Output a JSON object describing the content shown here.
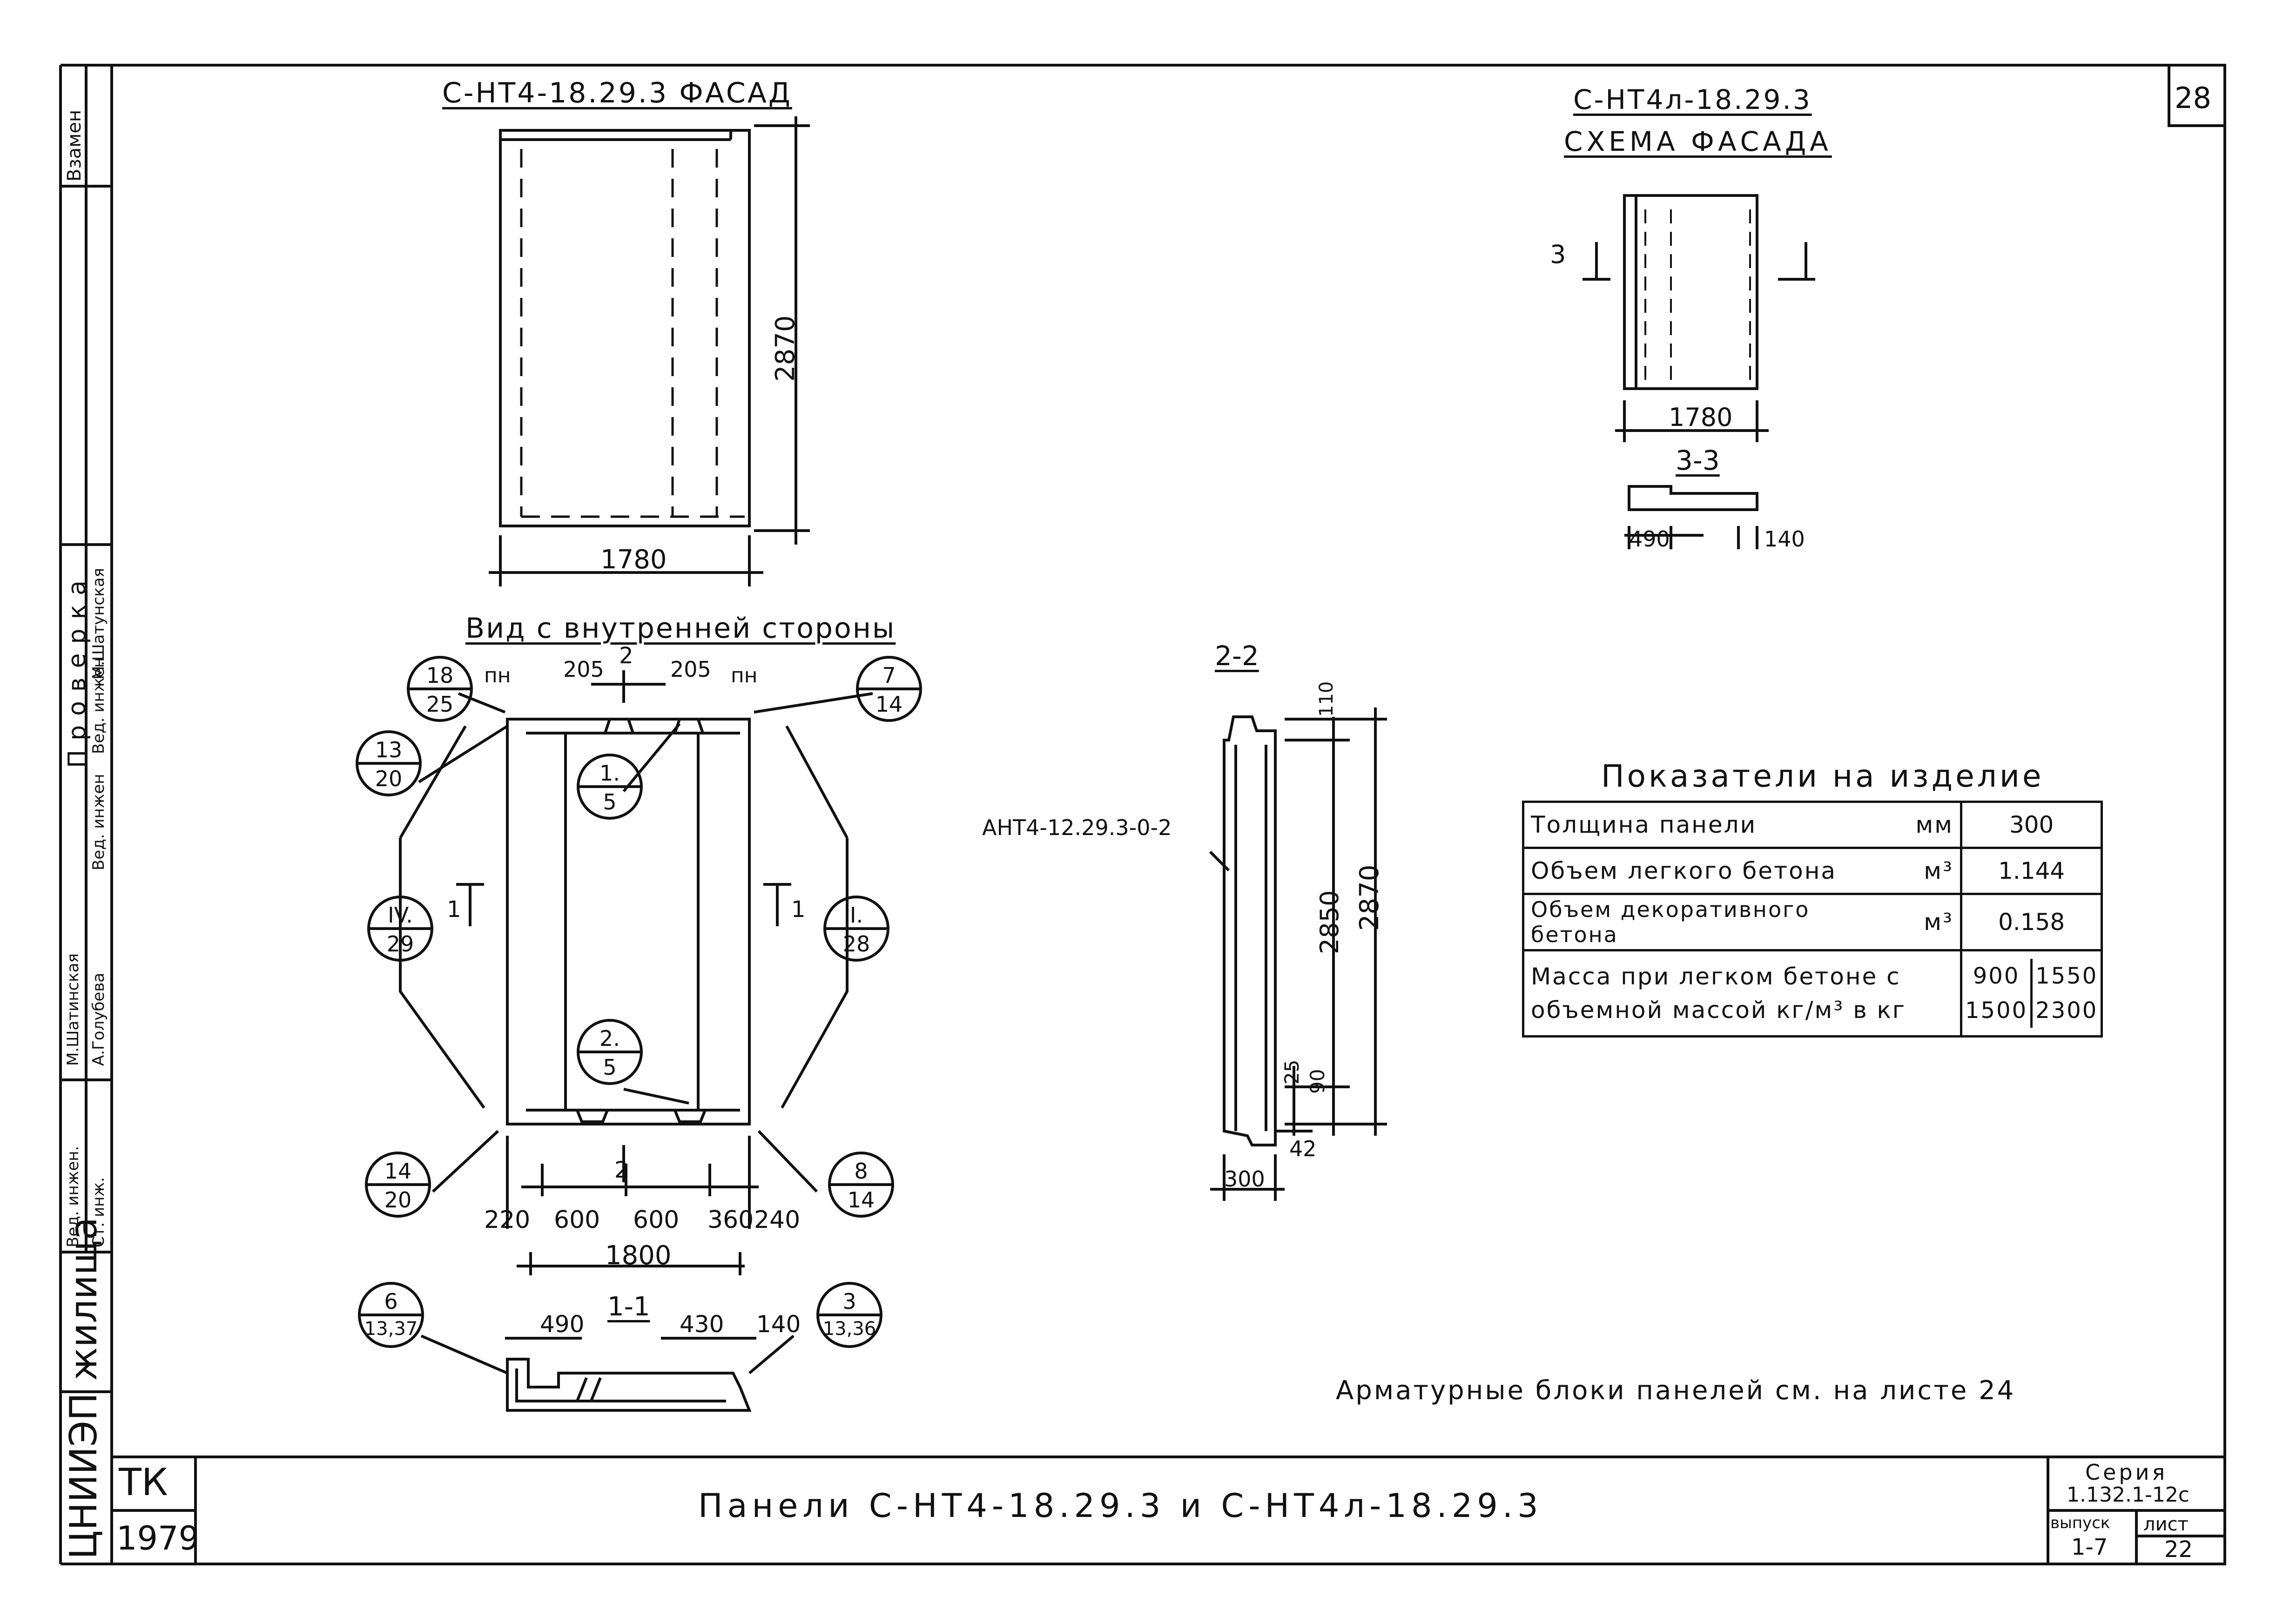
{
  "sheet_number": "28",
  "facade": {
    "title": "С-НТ4-18.29.3 ФАСАД",
    "height": "2870",
    "width": "1780"
  },
  "scheme": {
    "title1": "С-НТ4л-18.29.3",
    "title2": "СХЕМА ФАСАДА",
    "section_mark": "3",
    "width": "1780",
    "section_title": "3-3",
    "dim_left": "490",
    "dim_right": "140"
  },
  "inner_view": {
    "title": "Вид с внутренней стороны",
    "pn_left": "пн",
    "pn_right": "пн",
    "dim_205_left": "205",
    "dim_205_right": "205",
    "cut_2_top": "2",
    "cut_2_bottom": "2",
    "cut_1_left": "1",
    "cut_1_right": "1",
    "callouts": [
      {
        "top": "18",
        "bottom": "25"
      },
      {
        "top": "7",
        "bottom": "14"
      },
      {
        "top": "13",
        "bottom": "20"
      },
      {
        "top": "1.",
        "bottom": "5"
      },
      {
        "top": "IV.",
        "bottom": "29"
      },
      {
        "top": "I.",
        "bottom": "28"
      },
      {
        "top": "2.",
        "bottom": "5"
      },
      {
        "top": "14",
        "bottom": "20"
      },
      {
        "top": "8",
        "bottom": "14"
      },
      {
        "top": "6",
        "bottom": "13,37"
      },
      {
        "top": "3",
        "bottom": "13,36"
      }
    ],
    "dims": [
      "220",
      "600",
      "600",
      "360",
      "240"
    ],
    "total": "1800",
    "section_1_title": "1-1",
    "s1_dim_a": "490",
    "s1_dim_b": "430",
    "s1_dim_c": "140"
  },
  "section_2": {
    "title": "2-2",
    "label": "АНТ4-12.29.3-0-2",
    "dim_top": "110",
    "dim_mid": "2850",
    "dim_total": "2870",
    "dim_25": "25",
    "dim_90": "90",
    "dim_42": "42",
    "dim_300": "300"
  },
  "indicators": {
    "title": "Показатели на изделие",
    "rows": [
      {
        "name": "Толщина панели",
        "unit": "мм",
        "value": "300"
      },
      {
        "name": "Объем легкого бетона",
        "unit": "м³",
        "value": "1.144"
      },
      {
        "name": "Объем декоративного бетона",
        "unit": "м³",
        "value": "0.158"
      }
    ],
    "mass": {
      "line1": "Масса при легком бетоне с",
      "line2": "объемной массой кг/м³ в кг",
      "d1": "900",
      "m1": "1550",
      "d2": "1500",
      "m2": "2300"
    }
  },
  "note": "Арматурные блоки панелей см. на листе 24",
  "title_block": {
    "org_letters": "ТК",
    "year": "1979",
    "org_name": "ЦНИИЭП жилища",
    "title": "Панели   С-НТ4-18.29.3  и  С-НТ4л-18.29.3",
    "series_label": "Серия",
    "series_value": "1.132.1-12с",
    "issue_label": "выпуск",
    "issue_value": "1-7",
    "sheet_label": "лист",
    "sheet_value": "22"
  },
  "side_stamp": {
    "vzamen": "Взамен",
    "proverka": "Проверка",
    "roles": [
      "Вед. инжен.",
      "Ст. инж.",
      "Вед. инжен",
      "Вед. инжен"
    ],
    "names": [
      "М.Шатинская",
      "А.Голубева",
      "М.Шатунская"
    ]
  }
}
